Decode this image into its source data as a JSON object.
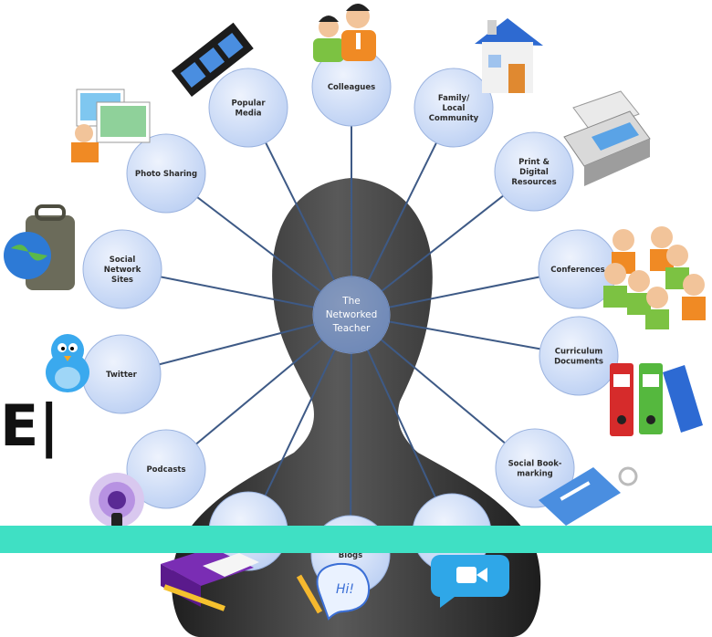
{
  "center": {
    "label_lines": [
      "The",
      "Networked",
      "Teacher"
    ]
  },
  "nodes": [
    {
      "id": "colleagues",
      "lines": [
        "Colleagues"
      ]
    },
    {
      "id": "family",
      "lines": [
        "Family/",
        "Local",
        "Community"
      ]
    },
    {
      "id": "print",
      "lines": [
        "Print &",
        "Digital",
        "Resources"
      ]
    },
    {
      "id": "conferences",
      "lines": [
        "Conferences"
      ]
    },
    {
      "id": "curriculum",
      "lines": [
        "Curriculum",
        "Documents"
      ]
    },
    {
      "id": "social-bookmarking",
      "lines": [
        "Social Book-",
        "marking"
      ]
    },
    {
      "id": "bottom-right-node",
      "lines": []
    },
    {
      "id": "blogs",
      "lines": [
        "Blogs"
      ]
    },
    {
      "id": "bottom-left-node",
      "lines": []
    },
    {
      "id": "podcasts",
      "lines": [
        "Podcasts"
      ]
    },
    {
      "id": "twitter",
      "lines": [
        "Twitter"
      ]
    },
    {
      "id": "social-network-sites",
      "lines": [
        "Social",
        "Network",
        "Sites"
      ]
    },
    {
      "id": "photo-sharing",
      "lines": [
        "Photo Sharing"
      ]
    },
    {
      "id": "popular-media",
      "lines": [
        "Popular",
        "Media"
      ]
    }
  ],
  "icons": [
    "people-icon",
    "house-icon",
    "printer-icon",
    "crowd-icon",
    "binders-icon",
    "tag-icon",
    "video-chat-icon",
    "pencil-hi-icon",
    "books-icon",
    "podcast-icon",
    "twitter-bird-icon",
    "globe-bag-icon",
    "photos-icon",
    "film-strip-icon"
  ],
  "left_partial_text": "E|",
  "colors": {
    "node_fill": "#c9d8f6",
    "edge": "#3e5a86",
    "band": "#3fe0c4",
    "head": "#3a3a3a"
  }
}
